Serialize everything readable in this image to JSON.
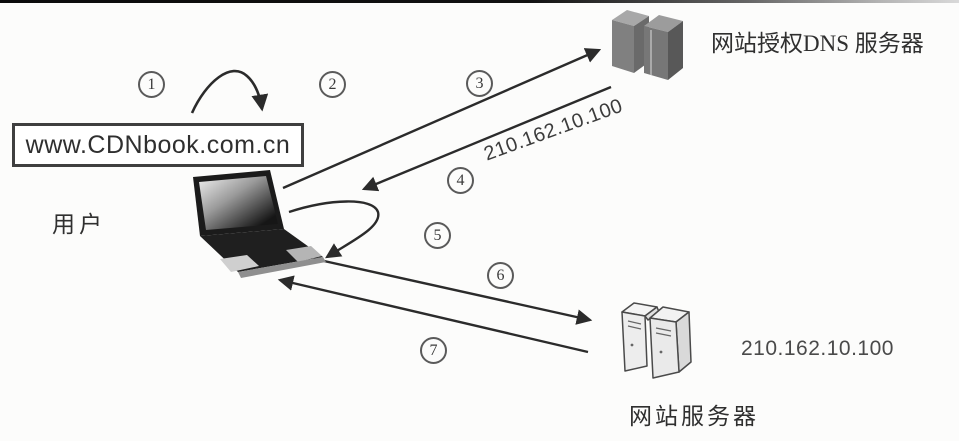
{
  "labels": {
    "user": "用户",
    "url": "www.CDNbook.com.cn",
    "dns_server": "网站授权DNS 服务器",
    "web_server": "网站服务器",
    "dns_response_ip": "210.162.10.100",
    "web_server_ip": "210.162.10.100"
  },
  "steps": [
    "1",
    "2",
    "3",
    "4",
    "5",
    "6",
    "7"
  ],
  "colors": {
    "ink": "#2b2b2b",
    "box_border": "#3f3f3f",
    "circle_border": "#5a5a5a",
    "background": "#fcfcfb",
    "text": "#2f2f2f"
  }
}
